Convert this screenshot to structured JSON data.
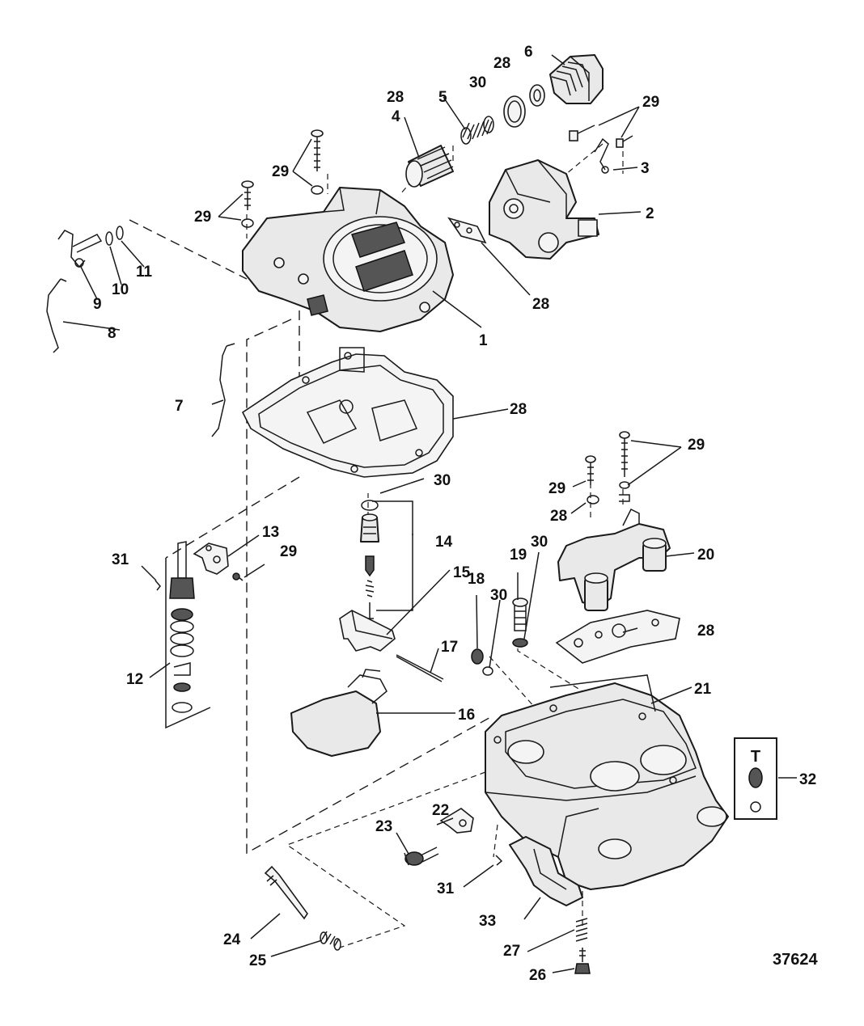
{
  "figure_number": "37624",
  "callouts": {
    "c1": "1",
    "c2": "2",
    "c3": "3",
    "c4": "4",
    "c5": "5",
    "c6": "6",
    "c7": "7",
    "c8": "8",
    "c9": "9",
    "c10": "10",
    "c11": "11",
    "c12": "12",
    "c13": "13",
    "c14": "14",
    "c15": "15",
    "c16": "16",
    "c17": "17",
    "c18": "18",
    "c19": "19",
    "c20": "20",
    "c21": "21",
    "c22": "22",
    "c23": "23",
    "c24": "24",
    "c25": "25",
    "c26": "26",
    "c27": "27",
    "c28": "28",
    "c29": "29",
    "c30": "30",
    "c31": "31",
    "c32": "32",
    "c33": "33"
  },
  "kit_box": {
    "letter": "T"
  }
}
